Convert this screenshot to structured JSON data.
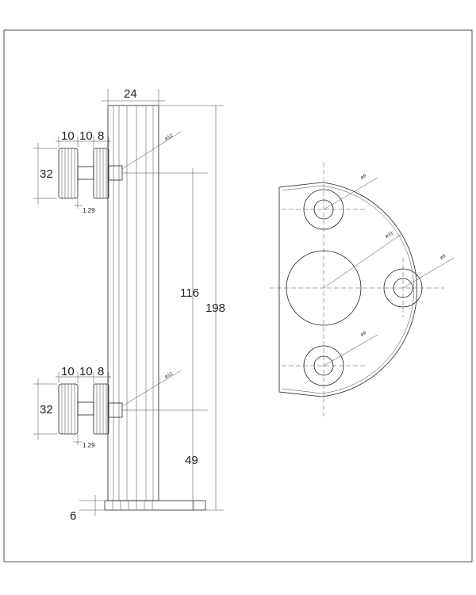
{
  "dimensions": {
    "tube_width": "24",
    "knob_widths": [
      "10",
      "10",
      "8"
    ],
    "knob_height": "32",
    "knob_offset": "1.29",
    "spacing": "116",
    "total_height": "198",
    "bottom_height": "49",
    "base_thickness": "6",
    "hole_dia": "ø12",
    "circle_small": "ø9",
    "circle_large": "ø31"
  }
}
